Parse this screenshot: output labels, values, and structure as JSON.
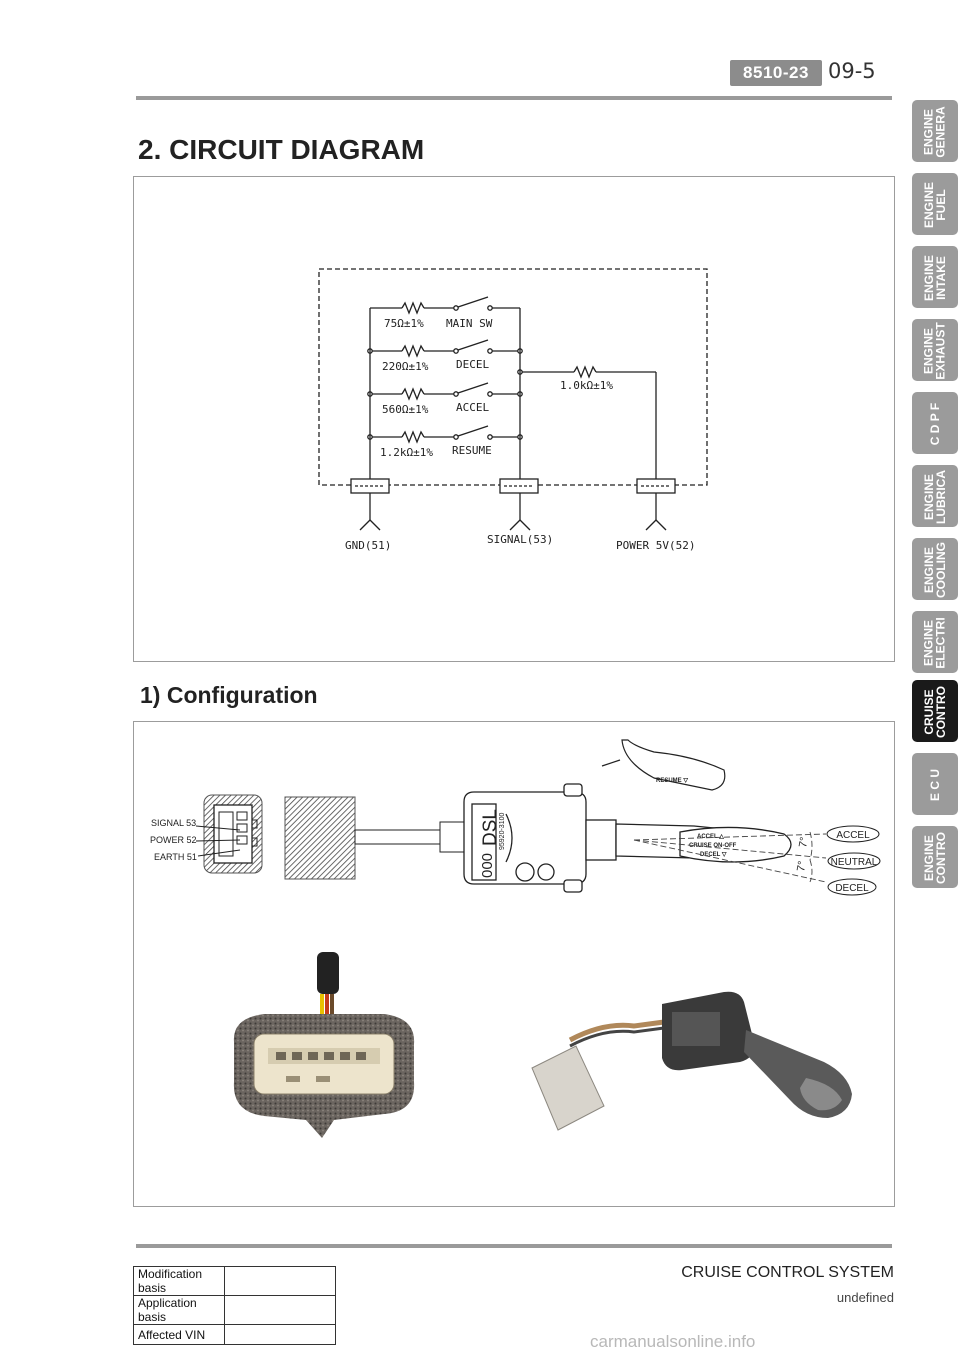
{
  "header": {
    "code": "8510-23",
    "page": "09-5"
  },
  "titles": {
    "main": "2. CIRCUIT DIAGRAM",
    "sub": "1) Configuration"
  },
  "circuit": {
    "resistors": [
      {
        "value": "75Ω±1%",
        "switch": "MAIN SW"
      },
      {
        "value": "220Ω±1%",
        "switch": "DECEL"
      },
      {
        "value": "560Ω±1%",
        "switch": "ACCEL"
      },
      {
        "value": "1.2kΩ±1%",
        "switch": "RESUME"
      }
    ],
    "pullup": "1.0kΩ±1%",
    "terminals": [
      "GND(51)",
      "SIGNAL(53)",
      "POWER 5V(52)"
    ]
  },
  "configuration": {
    "pin_labels": [
      "SIGNAL 53",
      "POWER 52",
      "EARTH 51"
    ],
    "positions": [
      "ACCEL",
      "NEUTRAL",
      "DECEL"
    ],
    "lever_marks": [
      "RESUME ▽",
      "ACCEL △",
      "CRUISE ON-OFF",
      "DECEL ▽"
    ],
    "body_text": [
      "DSL",
      "000",
      "95920-3100"
    ],
    "angle": "7°"
  },
  "side_tabs": [
    {
      "label": "ENGINE\nGENERA",
      "active": false
    },
    {
      "label": "ENGINE\nFUEL",
      "active": false
    },
    {
      "label": "ENGINE\nINTAKE",
      "active": false
    },
    {
      "label": "ENGINE\nEXHAUST",
      "active": false
    },
    {
      "label": "C D P F",
      "active": false
    },
    {
      "label": "ENGINE\nLUBRICA",
      "active": false
    },
    {
      "label": "ENGINE\nCOOLING",
      "active": false
    },
    {
      "label": "ENGINE\nELECTRI",
      "active": false
    },
    {
      "label": "CRUISE\nCONTRO",
      "active": true
    },
    {
      "label": "E C U",
      "active": false
    },
    {
      "label": "ENGINE\nCONTRO",
      "active": false
    }
  ],
  "footer": {
    "section_title": "CRUISE CONTROL SYSTEM",
    "subtitle": "undefined",
    "table": [
      {
        "label": "Modification basis",
        "value": ""
      },
      {
        "label": "Application basis",
        "value": ""
      },
      {
        "label": "Affected VIN",
        "value": ""
      }
    ]
  },
  "watermark": "carmanualsonline.info",
  "colors": {
    "tab": "#9b9b9b",
    "tab_active": "#1a1a1a",
    "badge": "#8c8c8c",
    "rule": "#9a9a9a"
  }
}
